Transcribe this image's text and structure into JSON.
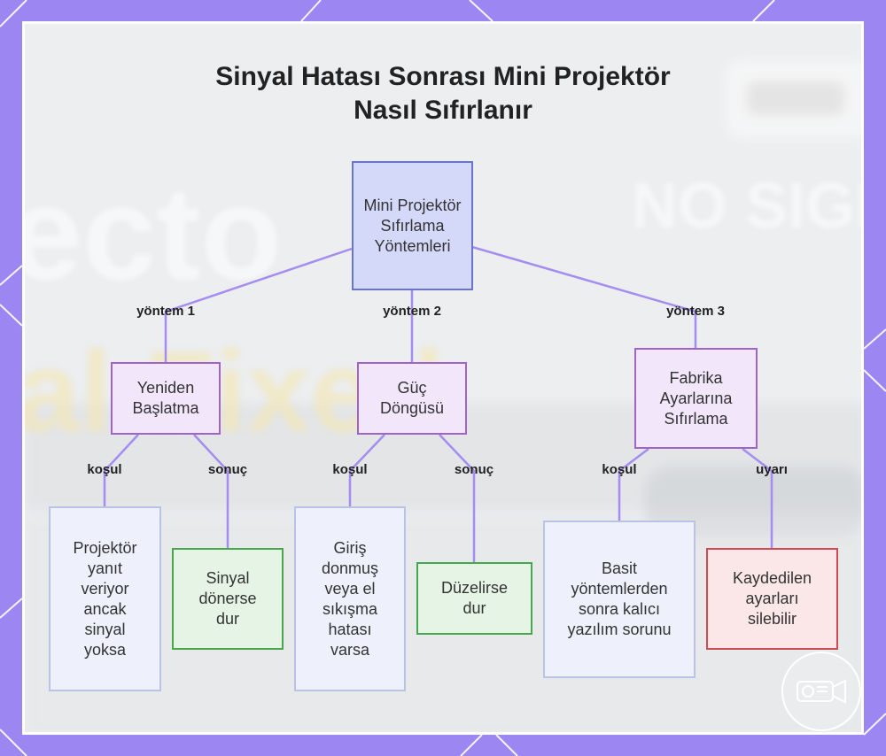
{
  "title": {
    "line1": "Sinyal Hatası Sonrası Mini Projektör",
    "line2": "Nasıl Sıfırlanır"
  },
  "background_words": {
    "big": "jecto",
    "yellow": "al Fixed",
    "no_signal": "NO SIGN"
  },
  "root": {
    "label": "Mini Projektör Sıfırlama Yöntemleri"
  },
  "methods": [
    {
      "edge_label": "yöntem 1",
      "label": "Yeniden Başlatma",
      "children": [
        {
          "edge_label": "koşul",
          "label": "Projektör yanıt veriyor ancak sinyal yoksa",
          "kind": "condition"
        },
        {
          "edge_label": "sonuç",
          "label": "Sinyal dönerse dur",
          "kind": "result"
        }
      ]
    },
    {
      "edge_label": "yöntem 2",
      "label": "Güç Döngüsü",
      "children": [
        {
          "edge_label": "koşul",
          "label": "Giriş donmuş veya el sıkışma hatası varsa",
          "kind": "condition"
        },
        {
          "edge_label": "sonuç",
          "label": "Düzelirse dur",
          "kind": "result"
        }
      ]
    },
    {
      "edge_label": "yöntem 3",
      "label": "Fabrika Ayarlarına Sıfırlama",
      "children": [
        {
          "edge_label": "koşul",
          "label": "Basit yöntemlerden sonra kalıcı yazılım sorunu",
          "kind": "condition"
        },
        {
          "edge_label": "uyarı",
          "label": "Kaydedilen ayarları silebilir",
          "kind": "warning"
        }
      ]
    }
  ],
  "colors": {
    "frame": "#9b86f2",
    "connector": "#a58cf0",
    "root_fill": "#d4d9fa",
    "method_fill": "#f2e6fb",
    "result_border": "#46a84a",
    "warning_border": "#d04a55"
  },
  "icons": {
    "logo": "projector-icon"
  }
}
